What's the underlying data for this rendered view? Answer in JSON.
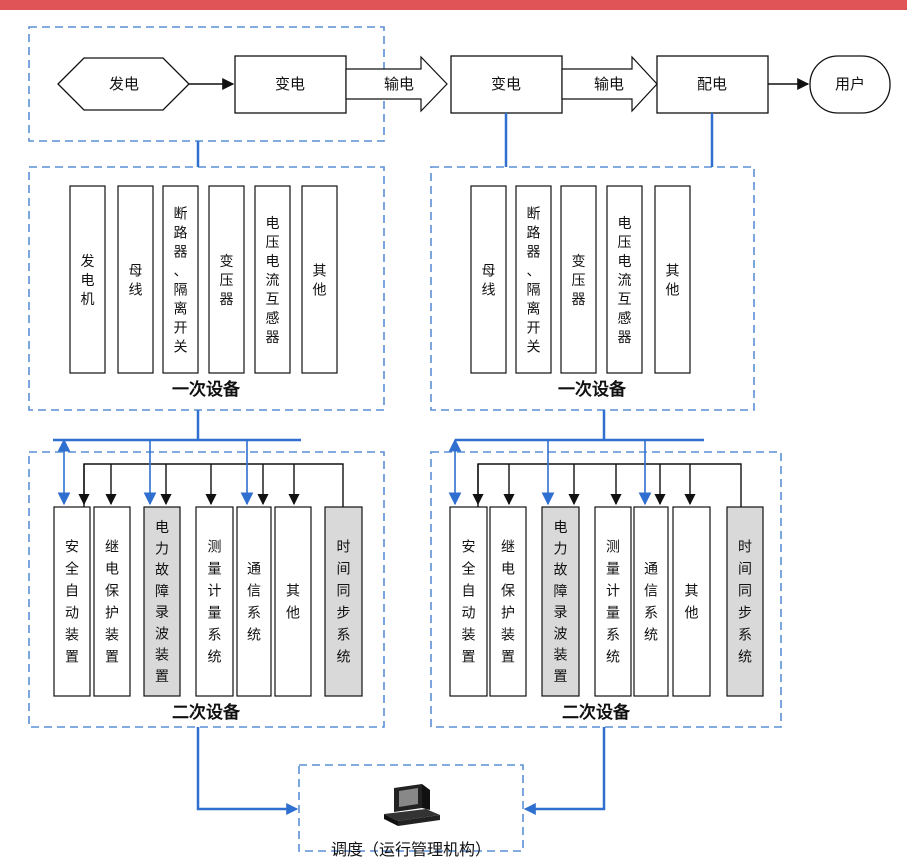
{
  "flow": {
    "generation": "发电",
    "transform1": "变电",
    "transmission1": "输电",
    "transform2": "变电",
    "transmission2": "输电",
    "distribution": "配电",
    "user": "用户"
  },
  "left_primary": {
    "label": "一次设备",
    "items": [
      "发电机",
      "母线",
      "断路器、隔离开关",
      "变压器",
      "电压电流互感器",
      "其他"
    ]
  },
  "right_primary": {
    "label": "一次设备",
    "items": [
      "母线",
      "断路器、隔离开关",
      "变压器",
      "电压电流互感器",
      "其他"
    ]
  },
  "left_secondary": {
    "label": "二次设备",
    "items": [
      "安全自动装置",
      "继电保护装置",
      "电力故障录波装置",
      "测量计量系统",
      "通信系统",
      "其他",
      "时间同步系统"
    ]
  },
  "right_secondary": {
    "label": "二次设备",
    "items": [
      "安全自动装置",
      "继电保护装置",
      "电力故障录波装置",
      "测量计量系统",
      "通信系统",
      "其他",
      "时间同步系统"
    ]
  },
  "dispatch": {
    "label": "调度（运行管理机构）",
    "icon": "computer-icon"
  },
  "colors": {
    "dash": "#5b8fd6",
    "blue": "#2f6fcf",
    "gray_fill": "#d9d9d9",
    "top_bar": "#e05356"
  }
}
